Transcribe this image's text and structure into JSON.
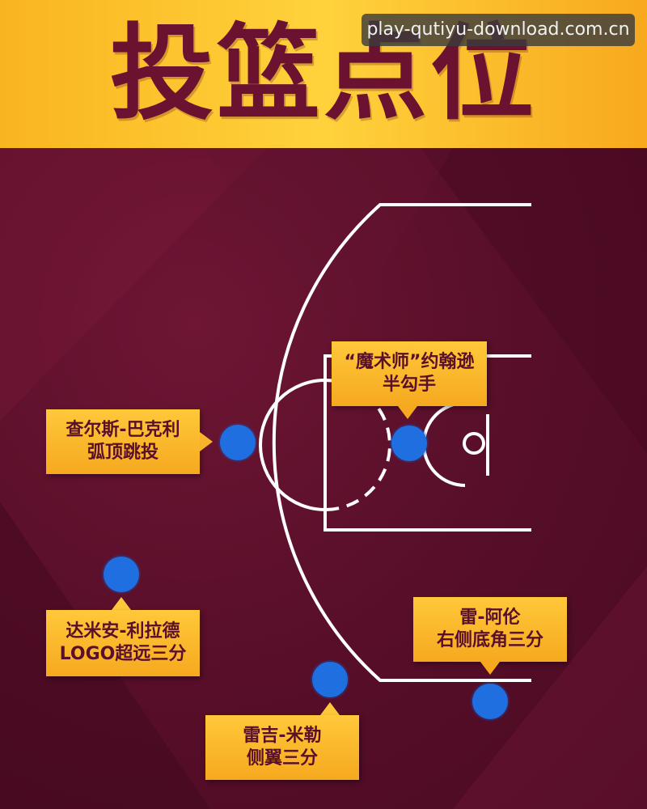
{
  "header": {
    "title": "投篮点位",
    "watermark": "play-qutiyu-download.com.cn"
  },
  "colors": {
    "header_gold": "#ffc83a",
    "background": "#5a0f2a",
    "dot_blue": "#1f6fe0",
    "label_text": "#5a0f2a"
  },
  "players": [
    {
      "id": "barkley",
      "line1": "查尔斯-巴克利",
      "line2": "弧顶跳投"
    },
    {
      "id": "magic",
      "line1": "“魔术师”约翰逊",
      "line2": "半勾手"
    },
    {
      "id": "lillard",
      "line1": "达米安-利拉德",
      "line2": "LOGO超远三分"
    },
    {
      "id": "allen",
      "line1": "雷-阿伦",
      "line2": "右侧底角三分"
    },
    {
      "id": "miller",
      "line1": "雷吉-米勒",
      "line2": "侧翼三分"
    }
  ]
}
